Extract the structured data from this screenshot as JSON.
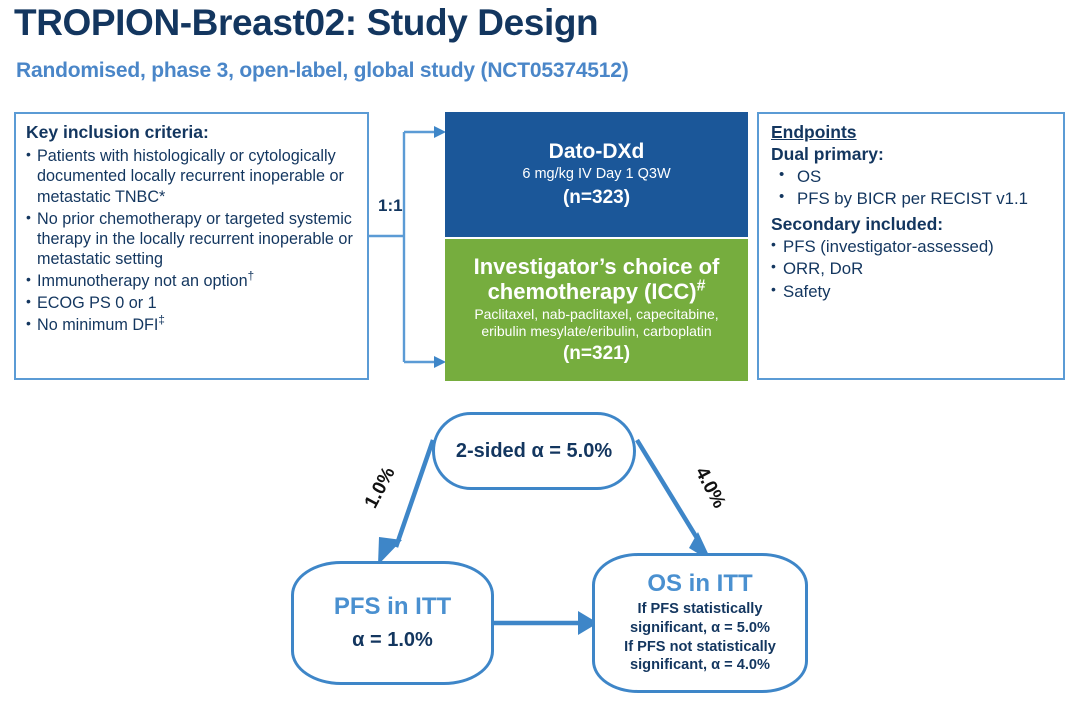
{
  "header": {
    "title": "TROPION-Breast02: Study Design",
    "subtitle": "Randomised, phase 3, open-label, global study (NCT05374512)",
    "title_color": "#13365F",
    "subtitle_color": "#4A86C8"
  },
  "inclusion": {
    "heading": "Key inclusion criteria:",
    "items": [
      "Patients with histologically or cytologically documented locally recurrent inoperable or metastatic TNBC*",
      "No prior chemotherapy or targeted systemic therapy in the locally recurrent inoperable or metastatic setting",
      "Immunotherapy not an option†",
      "ECOG PS 0 or 1",
      "No minimum DFI‡"
    ]
  },
  "randomisation": {
    "ratio": "1:1"
  },
  "arms": [
    {
      "name": "Dato-DXd",
      "dose": "6 mg/kg IV Day 1 Q3W",
      "n": "(n=323)",
      "color": "#1B5799"
    },
    {
      "name": "Investigator’s choice of chemotherapy (ICC)#",
      "dose": "Paclitaxel, nab-paclitaxel, capecitabine, eribulin mesylate/eribulin, carboplatin",
      "n": "(n=321)",
      "color": "#76AD3E"
    }
  ],
  "endpoints": {
    "title": "Endpoints",
    "primary_label": "Dual primary:",
    "primary": [
      "OS",
      "PFS by BICR per RECIST v1.1"
    ],
    "secondary_label": "Secondary included:",
    "secondary": [
      "PFS (investigator-assessed)",
      "ORR, DoR",
      "Safety"
    ]
  },
  "alpha_flow": {
    "root": "2-sided α = 5.0%",
    "left_edge_label": "1.0%",
    "right_edge_label": "4.0%",
    "pfs_node": {
      "title": "PFS in ITT",
      "alpha": "α = 1.0%"
    },
    "os_node": {
      "title": "OS in ITT",
      "line1": "If PFS statistically",
      "line2": "significant, α = 5.0%",
      "line3": "If PFS not statistically",
      "line4": "significant, α = 4.0%"
    },
    "accent_color": "#3E86C8"
  }
}
